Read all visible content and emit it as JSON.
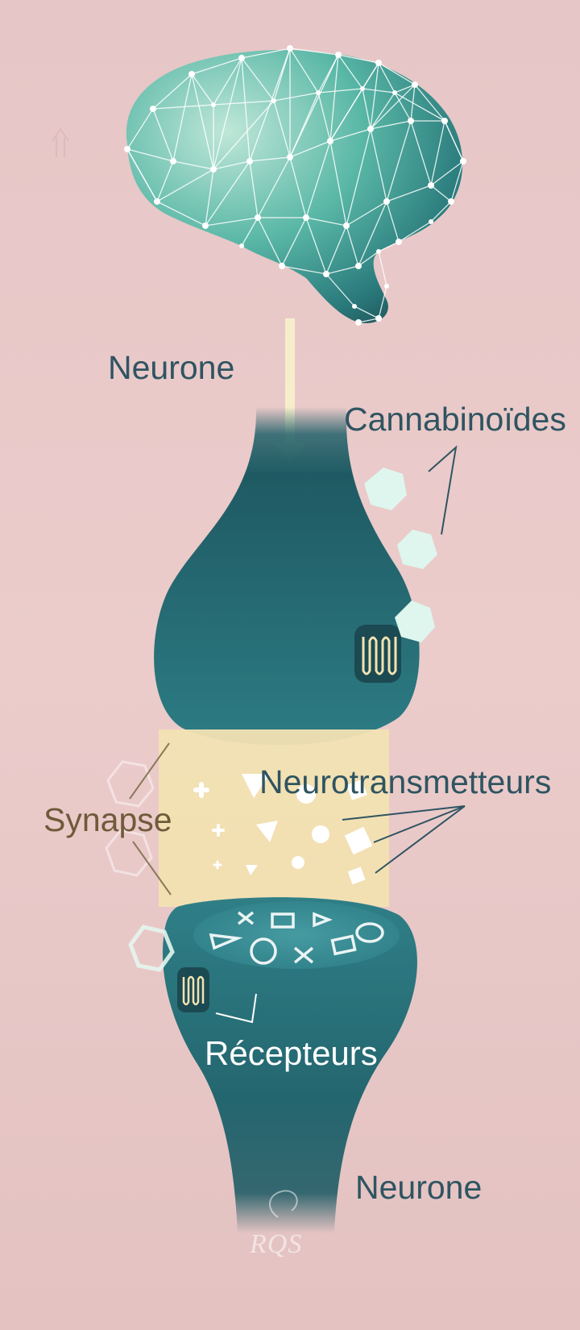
{
  "labels": {
    "neurone_top": "Neurone",
    "cannabinoides": "Cannabinoïdes",
    "neurotransmetteurs": "Neurotransmetteurs",
    "synapse": "Synapse",
    "recepteurs": "Récepteurs",
    "neurone_bottom": "Neurone"
  },
  "logo": {
    "text": "RQS"
  },
  "colors": {
    "background": "#e9c9c9",
    "neuron": "#2c6c74",
    "synapse_zone": "#f2e0b0",
    "cannabinoid": "#dff6ef",
    "text_dark": "#2f5461",
    "text_brown": "#6f5a3a"
  }
}
